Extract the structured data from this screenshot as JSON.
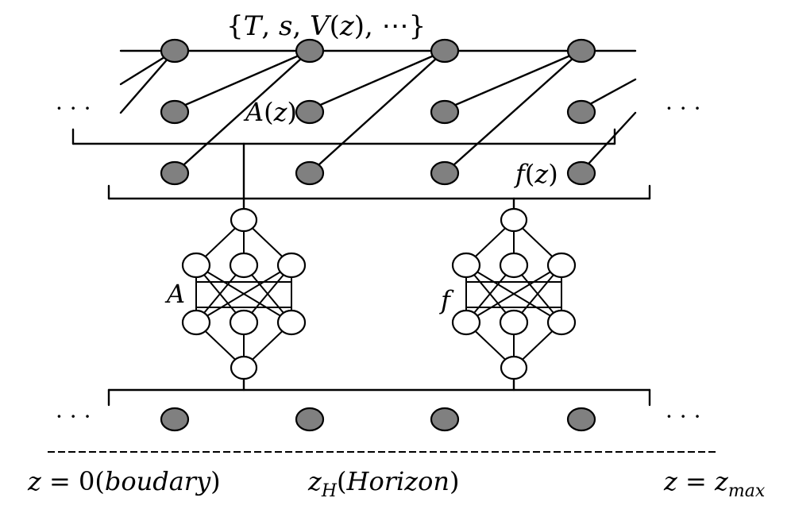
{
  "labels": {
    "top_set": {
      "open": "{",
      "T": "T",
      "c1": ", ",
      "s": "s",
      "c2": ", ",
      "V": "V",
      "p1": "(",
      "z": "z",
      "p2": ")",
      "c3": ", ",
      "ell": "⋯",
      "close": "}"
    },
    "A_z": {
      "A": "A",
      "p1": "(",
      "z": "z",
      "p2": ")"
    },
    "f_z": {
      "f": "f",
      "p1": "(",
      "z": "z",
      "p2": ")"
    },
    "net_A": "A",
    "net_f": "f",
    "ellipsis": "· · ·",
    "bottom": {
      "left": {
        "z": "z",
        "eq": " = 0(",
        "word": "boudary",
        "close": ")"
      },
      "mid": {
        "z": "z",
        "sub": "H",
        "open": "(",
        "word": "Horizon",
        "close": ")"
      },
      "right": {
        "z": "z",
        "eq": " = ",
        "z2": "z",
        "sub": "max"
      }
    }
  }
}
